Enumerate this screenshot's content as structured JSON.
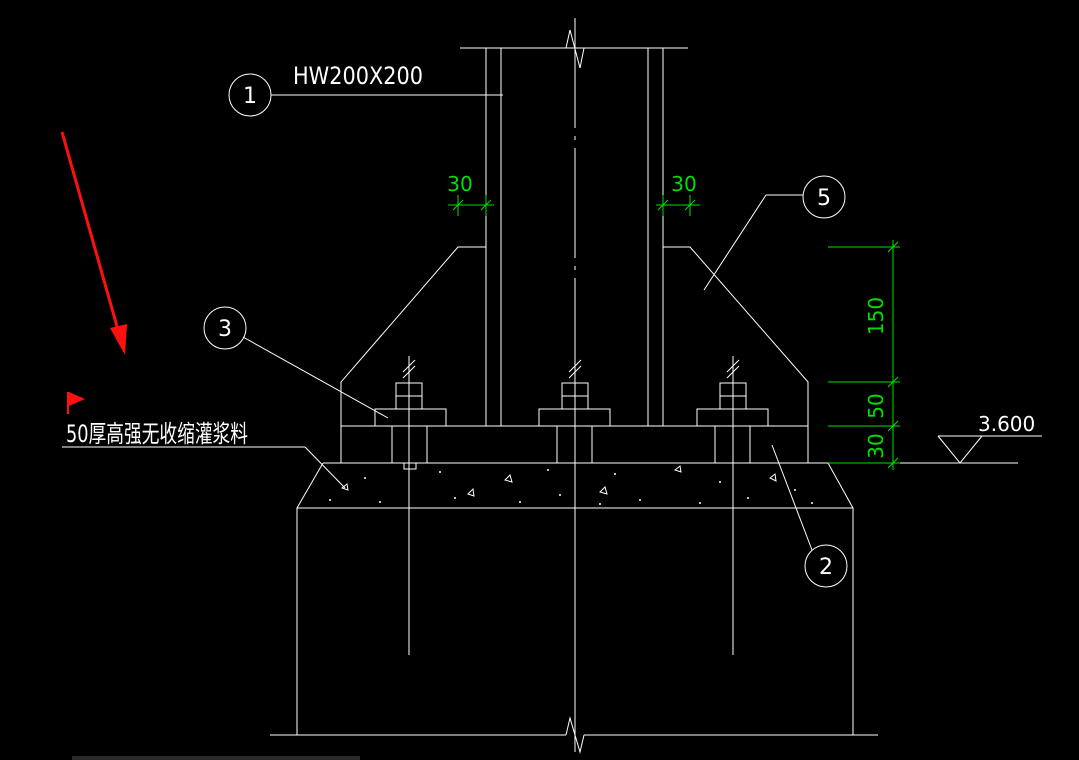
{
  "section_label": "HW200X200",
  "grout_note": "50厚高强无收缩灌浆料",
  "elevation": "3.600",
  "callouts": [
    "1",
    "2",
    "3",
    "5"
  ],
  "dimensions": {
    "stiffener_left": "30",
    "stiffener_right": "30",
    "height_stiffener": "150",
    "height_bolt": "50",
    "height_plate": "30"
  },
  "colors": {
    "background": "#000000",
    "linework": "#ffffff",
    "dimensions": "#00e000",
    "arrow": "#ff1010"
  },
  "icons": {
    "arrow": "red-arrow-icon",
    "flag": "red-flag-icon"
  }
}
